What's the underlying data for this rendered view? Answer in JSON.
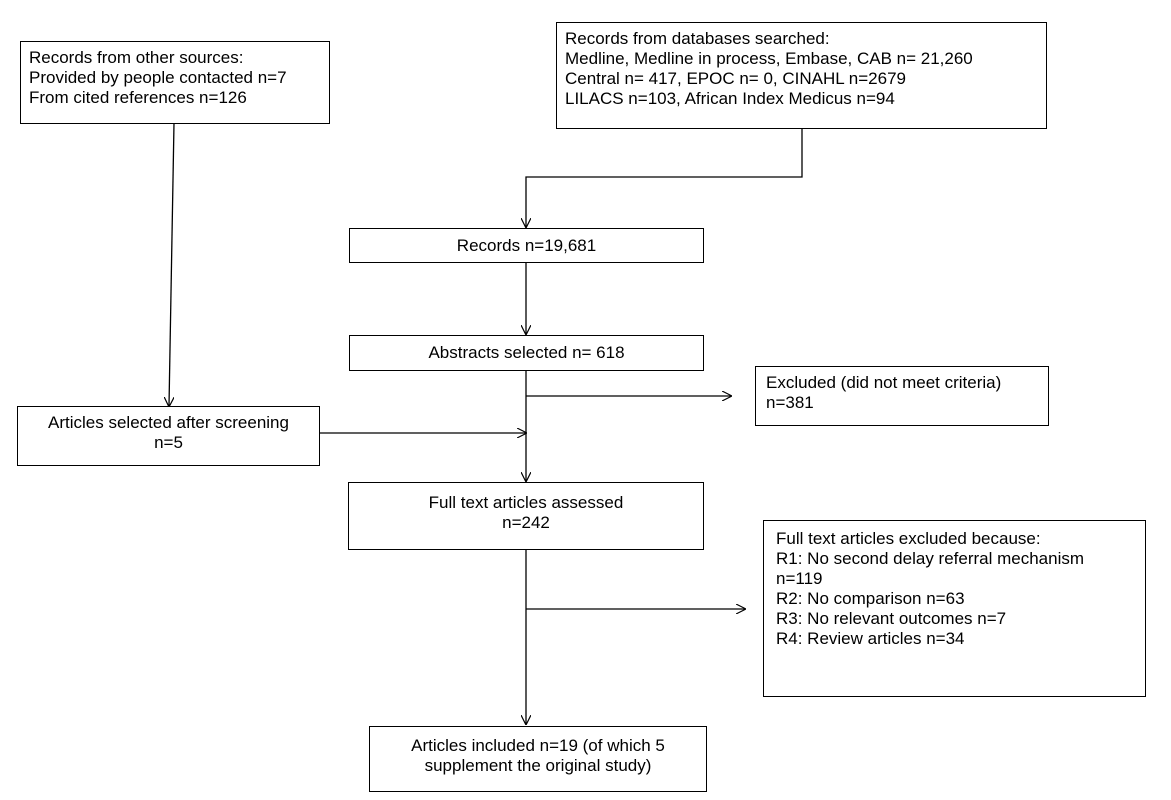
{
  "flowchart": {
    "other_sources": {
      "lines": [
        "Records from other sources:",
        "Provided by people contacted n=7",
        "From cited references n=126"
      ]
    },
    "databases": {
      "lines": [
        "Records from databases searched:",
        "Medline, Medline in process, Embase, CAB n= 21,260",
        "Central n= 417, EPOC n= 0, CINAHL n=2679",
        "LILACS n=103, African Index Medicus n=94"
      ]
    },
    "records": {
      "lines": [
        "Records n=19,681"
      ]
    },
    "abstracts": {
      "lines": [
        "Abstracts selected n= 618"
      ]
    },
    "excluded": {
      "lines": [
        "Excluded (did not meet criteria)",
        "n=381"
      ]
    },
    "articles_screening": {
      "lines": [
        "Articles selected after screening",
        "n=5"
      ]
    },
    "full_text": {
      "lines": [
        "Full text articles assessed",
        "n=242"
      ]
    },
    "full_text_excluded": {
      "lines": [
        "Full text articles excluded because:",
        "R1: No second delay referral mechanism",
        "n=119",
        "R2: No comparison n=63",
        "R3: No relevant outcomes  n=7",
        "R4: Review articles n=34"
      ]
    },
    "included": {
      "lines": [
        "Articles included n=19 (of which 5",
        "supplement the original study)"
      ]
    }
  }
}
